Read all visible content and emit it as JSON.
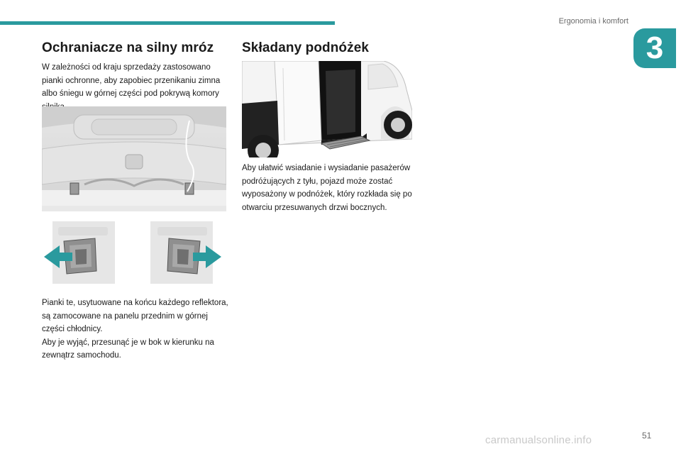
{
  "header": {
    "section_title": "Ergonomia i komfort",
    "chapter_number": "3"
  },
  "left_column": {
    "title": "Ochraniacze na silny mróz",
    "intro_lines": [
      "W zależności od kraju sprzedaży zastosowano",
      "pianki ochronne, aby zapobiec przenikaniu zimna",
      "albo śniegu w górnej części pod pokrywą komory",
      "silnika."
    ],
    "caption_lines": [
      "Pianki te, usytuowane na końcu każdego reflektora,",
      "są zamocowane na panelu przednim w górnej",
      "części chłodnicy.",
      "Aby je wyjąć, przesunąć je w bok w kierunku na",
      "zewnątrz samochodu."
    ]
  },
  "right_column": {
    "title": "Składany podnóżek",
    "body_lines": [
      "Aby ułatwić wsiadanie i wysiadanie pasażerów",
      "podróżujących z tyłu, pojazd może zostać",
      "wyposażony w podnóżek, który rozkłada się po",
      "otwarciu przesuwanych drzwi bocznych."
    ]
  },
  "footer": {
    "page_number": "51",
    "watermark": "carmanualsonline.info"
  },
  "colors": {
    "accent": "#2a9a9e",
    "text": "#1a1a1a",
    "muted": "#6a6a6a"
  }
}
